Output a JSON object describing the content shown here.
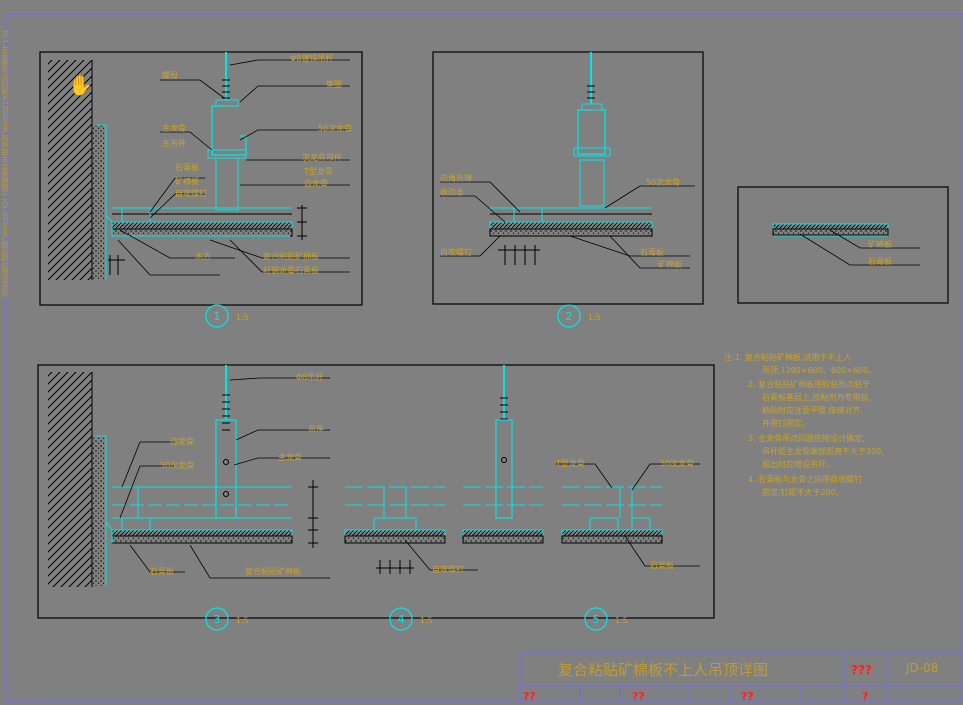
{
  "colors": {
    "background": "#808080",
    "frame": "#000000",
    "cyan": "#00e5e5",
    "annotation": "#c9a227",
    "title_red": "#ff2020",
    "border_blue": "#6d6df0"
  },
  "title_block": {
    "title": "复合粘贴矿棉板不上人吊顶详图",
    "mark": "???",
    "drawing_no": "JD-08",
    "row_marks": [
      "??",
      "??",
      "??",
      "?"
    ]
  },
  "detail_markers": {
    "d1": {
      "num": "1",
      "scale": "1:5"
    },
    "d2": {
      "num": "2",
      "scale": "1:5"
    },
    "d3": {
      "num": "3",
      "scale": "1:5"
    },
    "d4": {
      "num": "4",
      "scale": "1:5"
    },
    "d5": {
      "num": "5",
      "scale": "1:5"
    }
  },
  "side_note": "注:1.主龙骨吊点间距≤1200mm,吊杆距主龙骨端部不大于300mm,超出时应增设吊杆.",
  "detail1_labels": [
    "Φ8镀锌吊杆",
    "垫圈",
    "螺母",
    "主龙骨",
    "主吊件",
    "50次龙骨",
    "次龙骨吊件",
    "T型龙骨",
    "边龙骨",
    "石膏板",
    "矿棉板",
    "自攻螺钉",
    "木方",
    "复合粘贴矿棉板",
    "轻钢龙骨石膏板"
  ],
  "detail2_labels": [
    "边角处理",
    "收边条",
    "50次龙骨",
    "自攻螺钉",
    "石膏板",
    "矿棉板"
  ],
  "small_detail_labels": [
    "矿棉板",
    "石膏板"
  ],
  "detail3_labels": [
    "Φ8吊杆",
    "吊件",
    "主龙骨",
    "50次龙骨",
    "边龙骨",
    "石膏板",
    "复合粘贴矿棉板"
  ],
  "detail4_labels": [
    "自攻螺钉"
  ],
  "detail5_labels": [
    "T型龙骨",
    "50次龙骨",
    "石膏板"
  ],
  "notes": [
    "注:1. 复合粘贴矿棉板,适用于不上人",
    "吊顶,1200×600、600×600。",
    "2. 复合粘贴矿棉板用胶粘剂点粘于",
    "石膏板基层上,胶粘剂为专用胶,",
    "粘贴时应注意平整,接缝对齐,",
    "并用钉固定。",
    "3. 主龙骨吊点间距应按设计确定,",
    "吊杆距主龙骨端部距离不大于300,",
    "超出时应增设吊杆。",
    "4. 石膏板与龙骨之间用自攻螺钉",
    "固定,钉距不大于200。"
  ]
}
